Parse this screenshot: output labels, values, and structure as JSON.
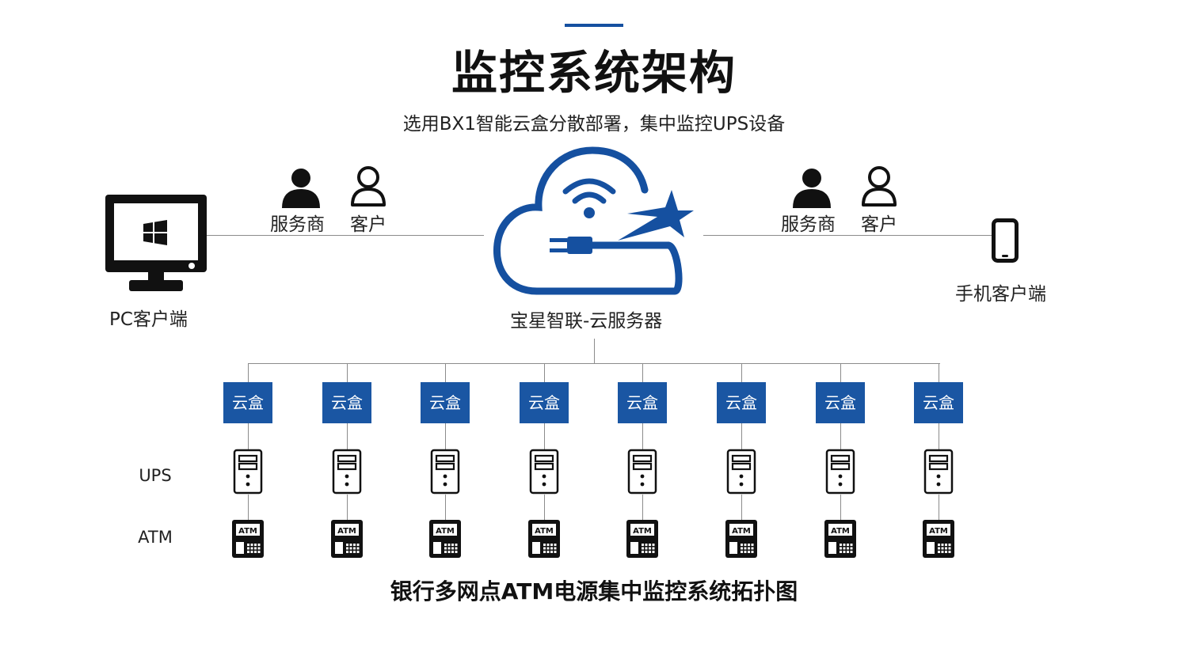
{
  "header": {
    "title": "监控系统架构",
    "subtitle": "选用BX1智能云盒分散部署，集中监控UPS设备"
  },
  "left_client": {
    "label": "PC客户端",
    "icon": "windows-pc-monitor-icon",
    "roles": [
      "服务商",
      "客户"
    ]
  },
  "right_client": {
    "label": "手机客户端",
    "icon": "smartphone-icon",
    "roles": [
      "服务商",
      "客户"
    ]
  },
  "server": {
    "label": "宝星智联-云服务器",
    "icon": "cloud-wifi-plug-star-icon"
  },
  "nodes": {
    "box_labels": [
      "云盒",
      "云盒",
      "云盒",
      "云盒",
      "云盒",
      "云盒",
      "云盒",
      "云盒"
    ],
    "ups_row_label": "UPS",
    "atm_row_label": "ATM",
    "atm_icon_text": "ATM"
  },
  "footer": {
    "caption": "银行多网点ATM电源集中监控系统拓扑图"
  },
  "colors": {
    "accent": "#1550a0",
    "box": "#1a56a3",
    "icon": "#111111",
    "line": "#8c8c8c"
  }
}
